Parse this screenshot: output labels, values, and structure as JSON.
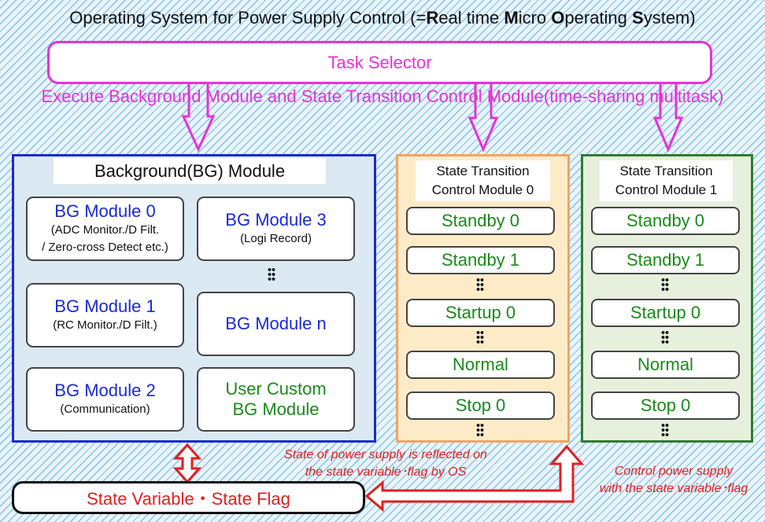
{
  "title": {
    "prefix": "Operating System for Power Supply Control (=",
    "r_bold": "R",
    "r_rest": "eal time ",
    "m_bold": "M",
    "m_rest": "icro ",
    "o_bold": "O",
    "o_rest": "perating ",
    "s_bold": "S",
    "s_rest": "ystem)"
  },
  "task_selector": "Task Selector",
  "execute_label": "Execute Background Module and State Transition Control Module(time-sharing multitask)",
  "background": {
    "title": "Background(BG) Module",
    "modules": [
      {
        "name": "BG Module 0",
        "desc_line1": "(ADC Monitor./D Filt.",
        "desc_line2": "/ Zero-cross Detect etc.)"
      },
      {
        "name": "BG Module 1",
        "desc": "(RC Monitor./D Filt.)"
      },
      {
        "name": "BG Module 2",
        "desc": "(Communication)"
      },
      {
        "name": "BG Module 3",
        "desc": "(Logi Record)"
      },
      {
        "name": "BG Module n"
      },
      {
        "name_line1": "User Custom",
        "name_line2": "BG Module"
      }
    ]
  },
  "stcm": [
    {
      "title_line1": "State Transition",
      "title_line2": "Control Module 0",
      "states": [
        "Standby 0",
        "Standby 1",
        "Startup 0",
        "Normal",
        "Stop 0"
      ]
    },
    {
      "title_line1": "State Transition",
      "title_line2": "Control Module 1",
      "states": [
        "Standby 0",
        "Standby 1",
        "Startup 0",
        "Normal",
        "Stop 0"
      ]
    }
  ],
  "state_variable": "State Variable・State Flag",
  "notes": {
    "reflected_line1": "State of power supply is reflected on",
    "reflected_line2": "the state variable･flag by OS",
    "control_line1": "Control power supply",
    "control_line2": "with the state variable･flag"
  },
  "colors": {
    "magenta": "#e633d6",
    "blue": "#1a2ad6",
    "orange": "#f4a460",
    "green_border": "#2e7d2e",
    "green_text": "#1a8a1a",
    "red": "#e02020",
    "hatch": "#78bee6"
  }
}
